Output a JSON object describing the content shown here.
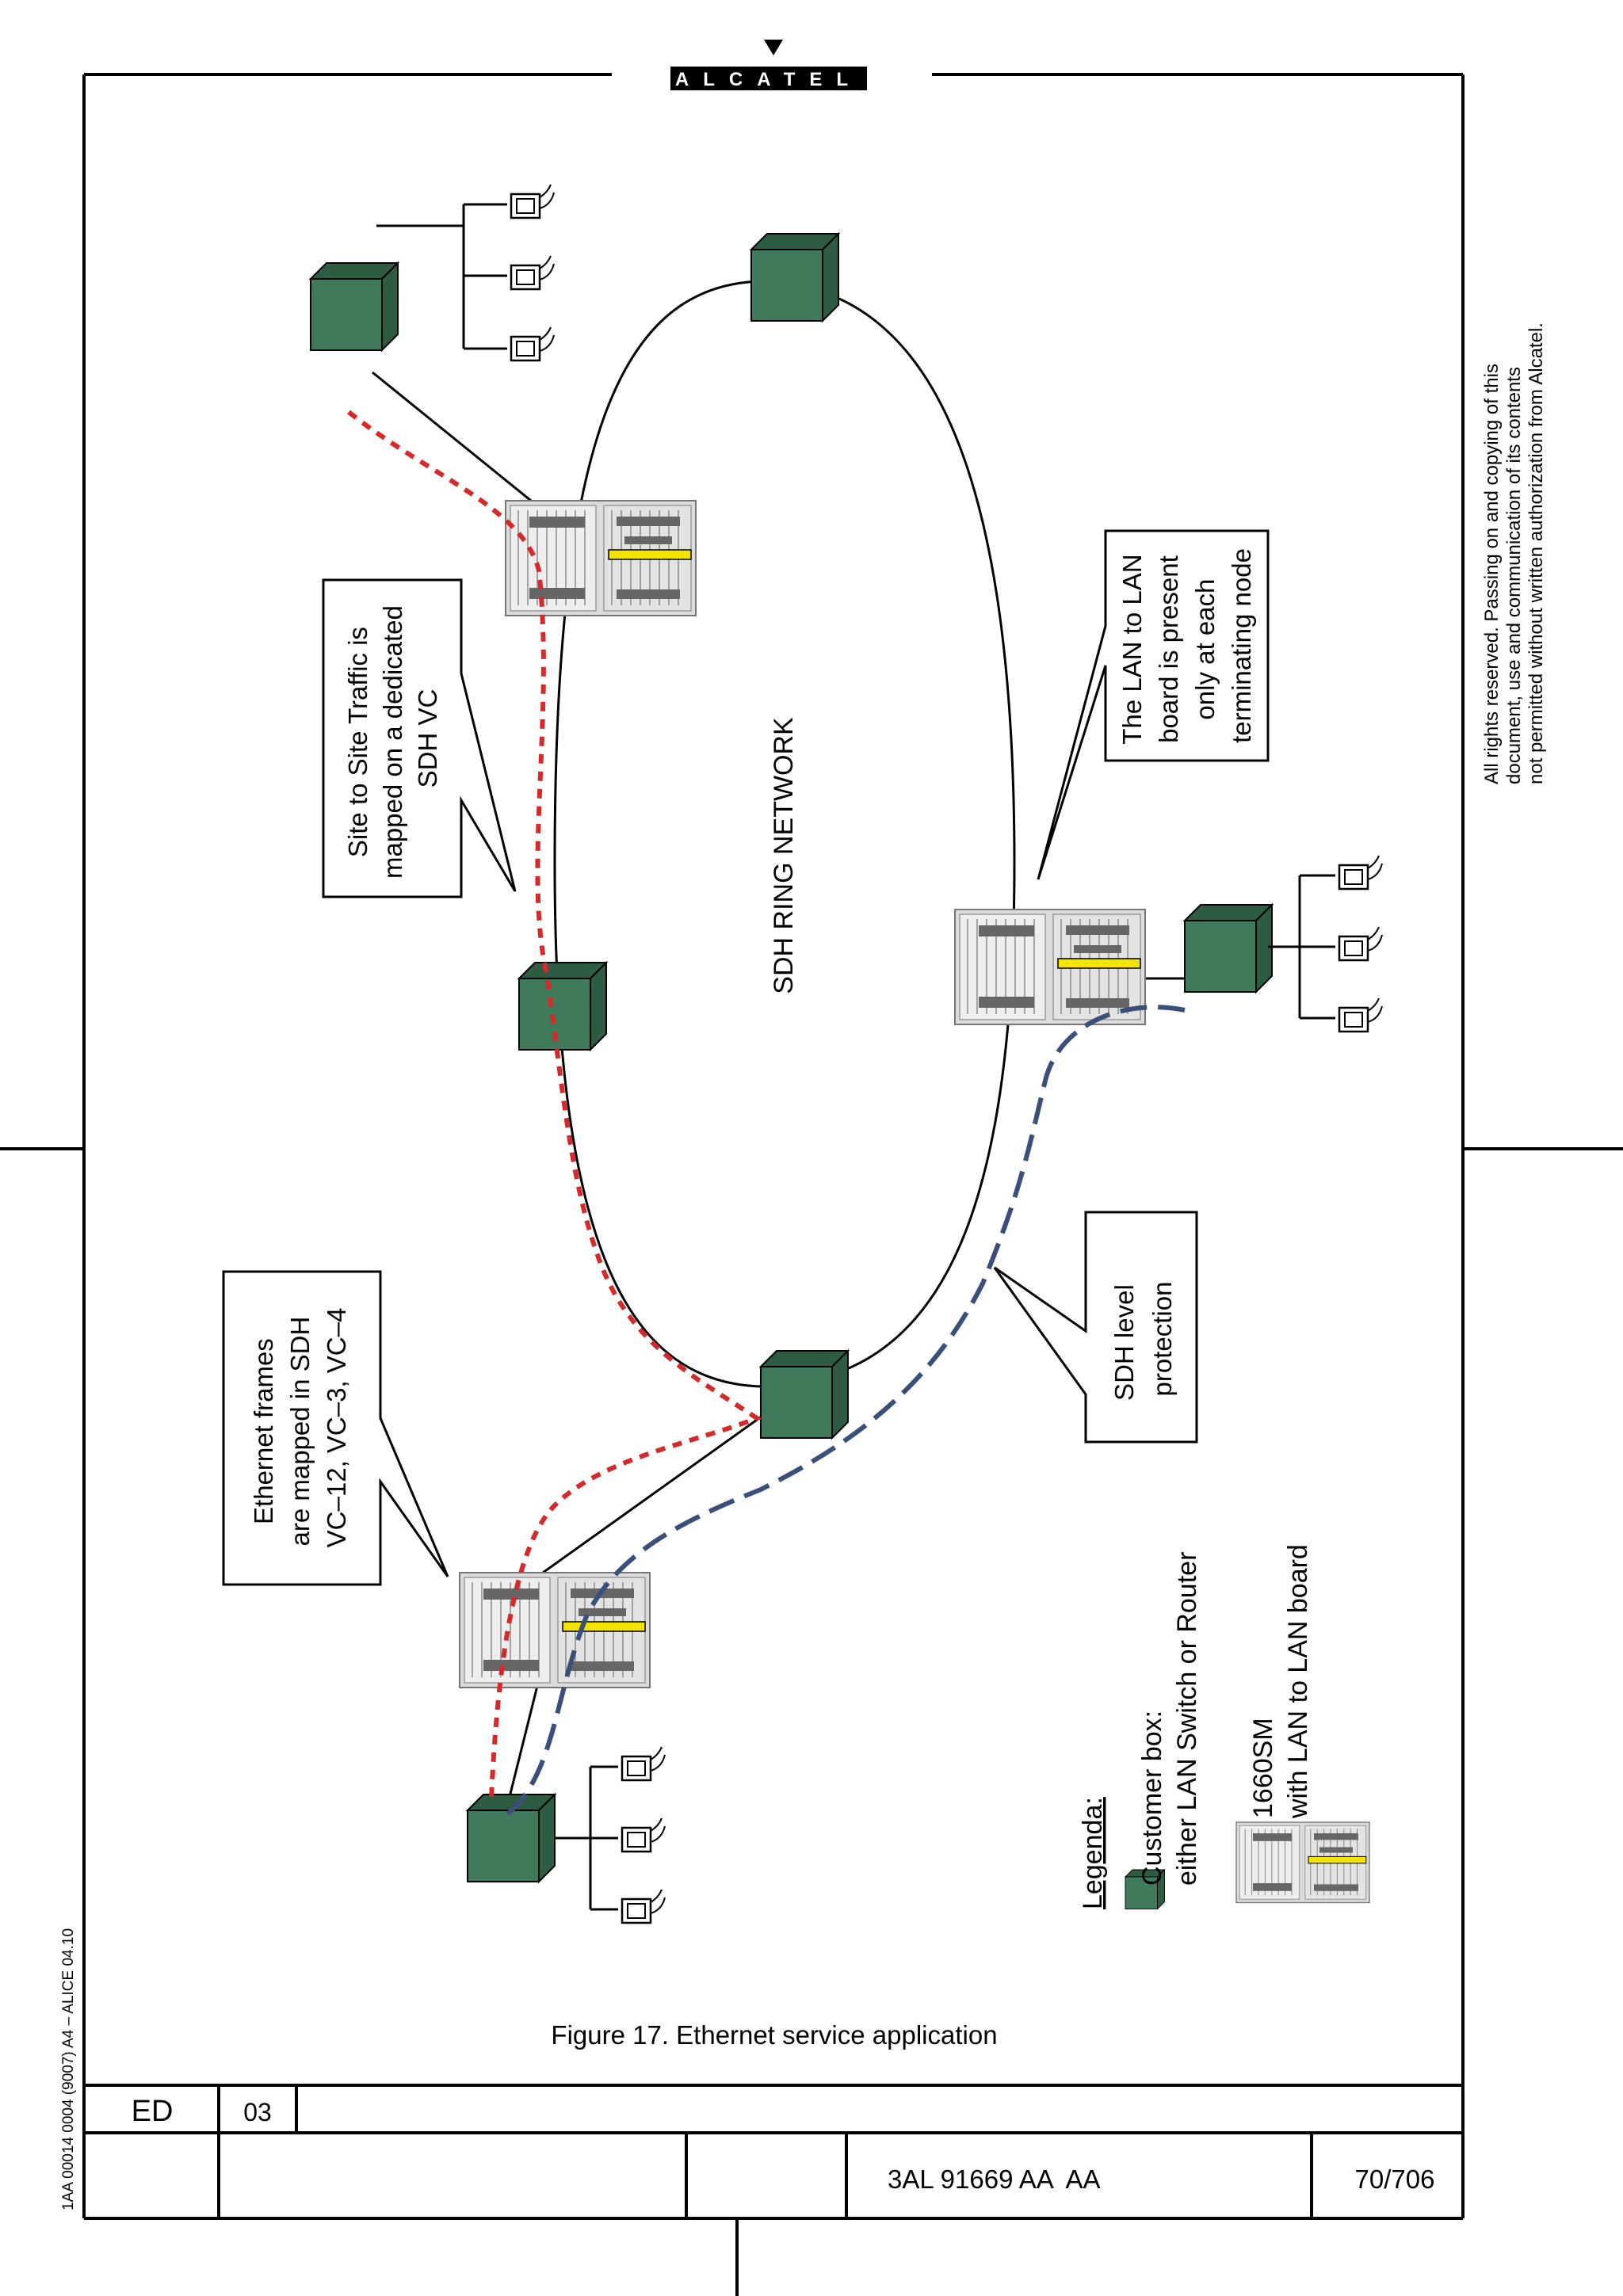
{
  "header": {
    "logo_text": "ALCATEL"
  },
  "copyright": {
    "lines": [
      "All rights reserved. Passing on and copying of this",
      "document, use and communication of its contents",
      "not permitted without written authorization from Alcatel."
    ]
  },
  "doc_code": "1AA 00014 0004 (9007) A4 – ALICE 04.10",
  "diagram": {
    "ring_label": "SDH RING NETWORK",
    "callouts": {
      "site_to_site": [
        "Site to Site Traffic is",
        "mapped on a dedicated",
        "SDH VC"
      ],
      "lan_board": [
        "The LAN to LAN",
        "board is present",
        "only at each",
        "terminating node"
      ],
      "ethernet_frames": [
        "Ethernet frames",
        "are mapped in SDH",
        "VC–12, VC–3, VC–4"
      ],
      "sdh_protection": [
        "SDH level",
        "protection"
      ]
    },
    "legend": {
      "title": "Legenda:",
      "customer_box": [
        "Customer box:",
        "either LAN Switch or Router"
      ],
      "node": [
        "1660SM",
        "with LAN to LAN board"
      ]
    }
  },
  "caption": "Figure 17. Ethernet service application",
  "footer": {
    "ed_label": "ED",
    "ed_value": "03",
    "document_number": "3AL 91669 AA  AA",
    "page": "70/706"
  },
  "colors": {
    "box_green": "#3f7a5a",
    "site_traffic": "#d42a2a",
    "protection_path": "#3a4f7a",
    "node_highlight": "#f2e300"
  }
}
